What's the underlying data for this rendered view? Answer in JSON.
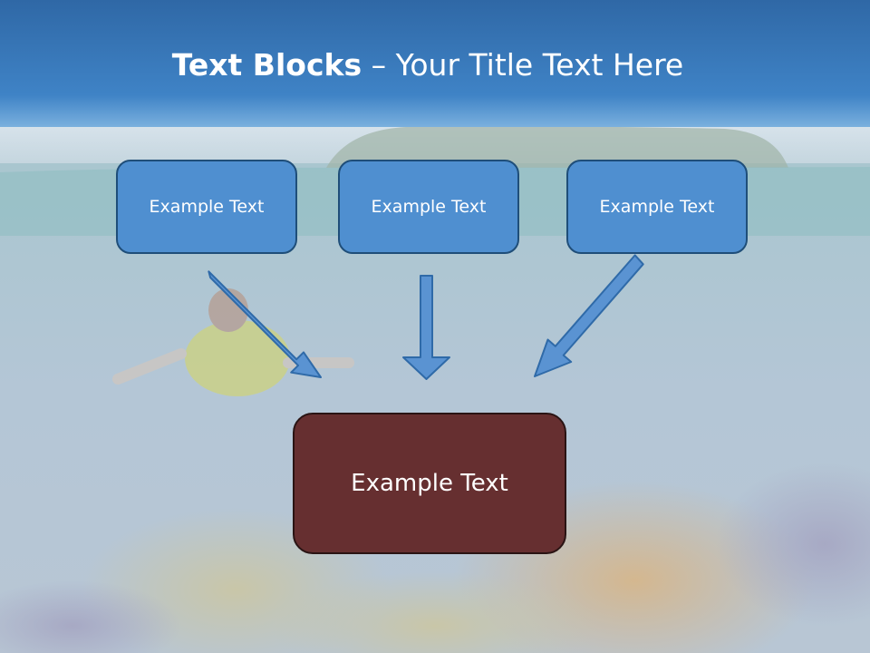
{
  "slide": {
    "title_bold": "Text Blocks",
    "title_dash": " – ",
    "title_rest": "Your Title Text Here"
  },
  "blocks": {
    "top": [
      {
        "label": "Example Text"
      },
      {
        "label": "Example Text"
      },
      {
        "label": "Example Text"
      }
    ],
    "bottom": {
      "label": "Example Text"
    }
  },
  "colors": {
    "header_blue": "#3b7cc0",
    "top_box_fill": "#4f8fd0",
    "top_box_border": "#1f4e79",
    "bottom_box_fill": "#662f30",
    "arrow_fill": "#5a93d2",
    "arrow_stroke": "#2f6aa8"
  }
}
